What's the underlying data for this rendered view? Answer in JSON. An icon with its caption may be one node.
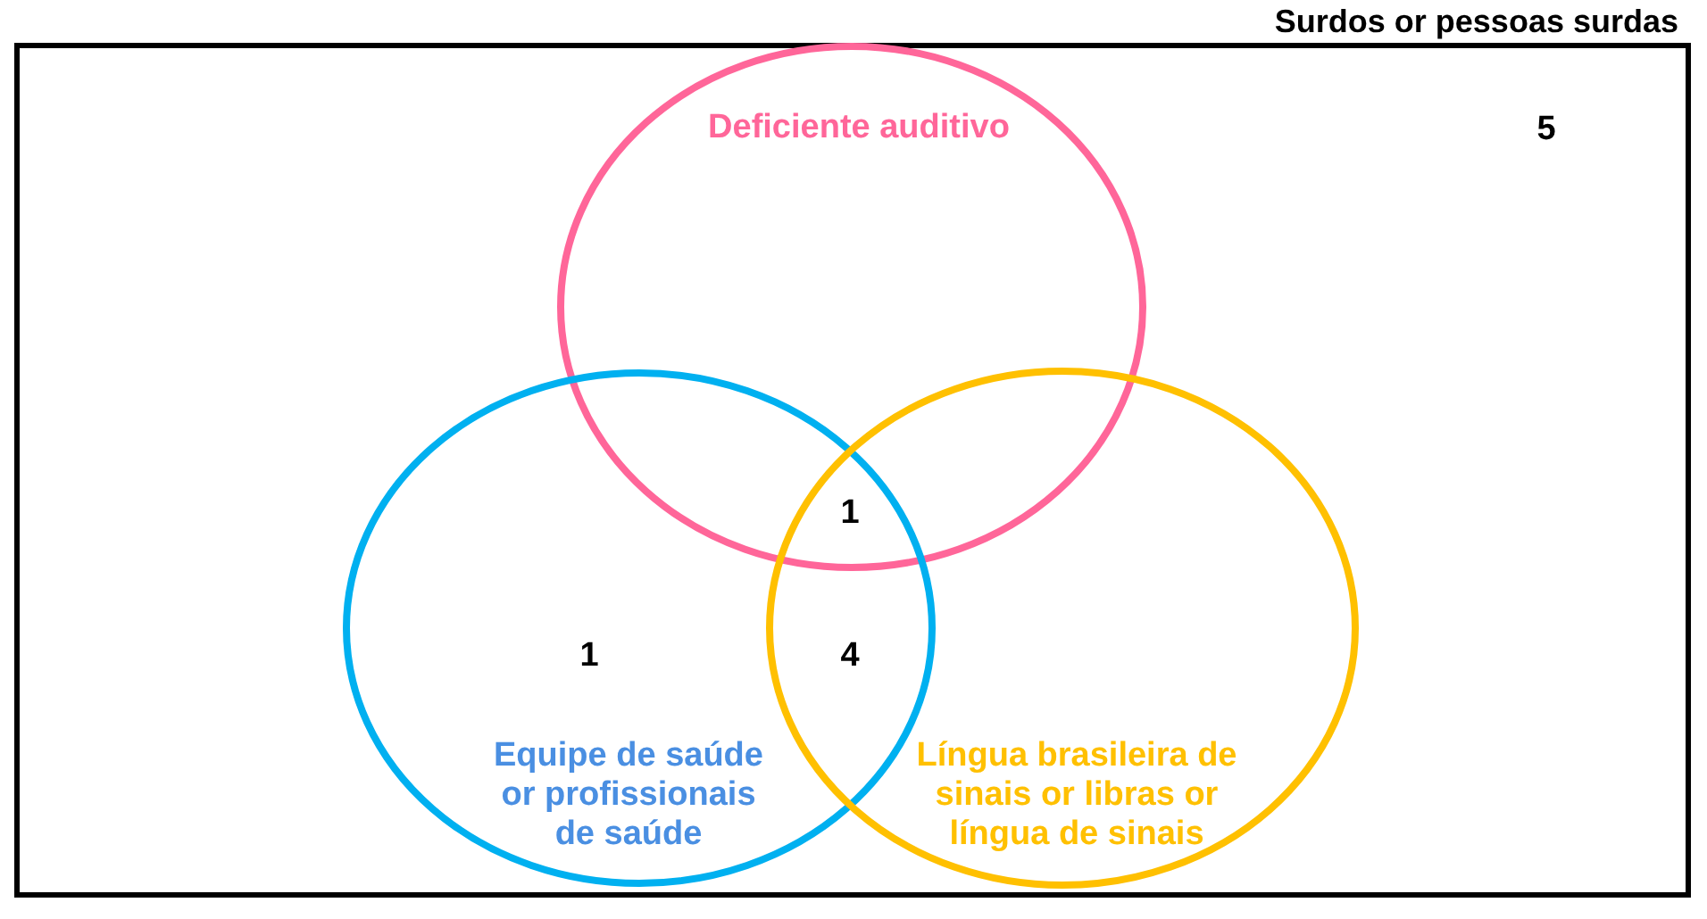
{
  "diagram": {
    "nodes": [
      {
        "text": [
          "Surdos or pessoas surdas"
        ]
      },
      {
        "text": [
          "Deficiente auditivo"
        ],
        "in": 0
      },
      {
        "text": [
          "Equipe de saúde or profissionais de saúde"
        ],
        "in": 0
      },
      {
        "text": [
          "Língua brasileira de sinais or libras or língua de sinais"
        ],
        "in": 0
      }
    ],
    "labels": [
      "5",
      "1",
      "1",
      "4"
    ]
  }
}
